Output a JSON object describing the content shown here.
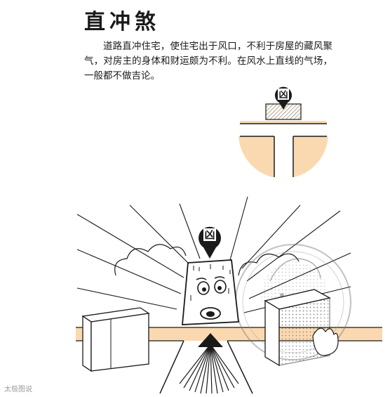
{
  "title": "直冲煞",
  "paragraph": "道路直冲住宅，使住宅出于风口，不利于房屋的藏风聚气，对房主的身体和财运颇为不利。在风水上直线的气场，一般都不做吉论。",
  "icon_symbol": "凶",
  "watermark": "太极图说",
  "colors": {
    "road_peach": "#fbd9b0",
    "ink": "#1a1a1a",
    "hatch": "#c8a070"
  }
}
